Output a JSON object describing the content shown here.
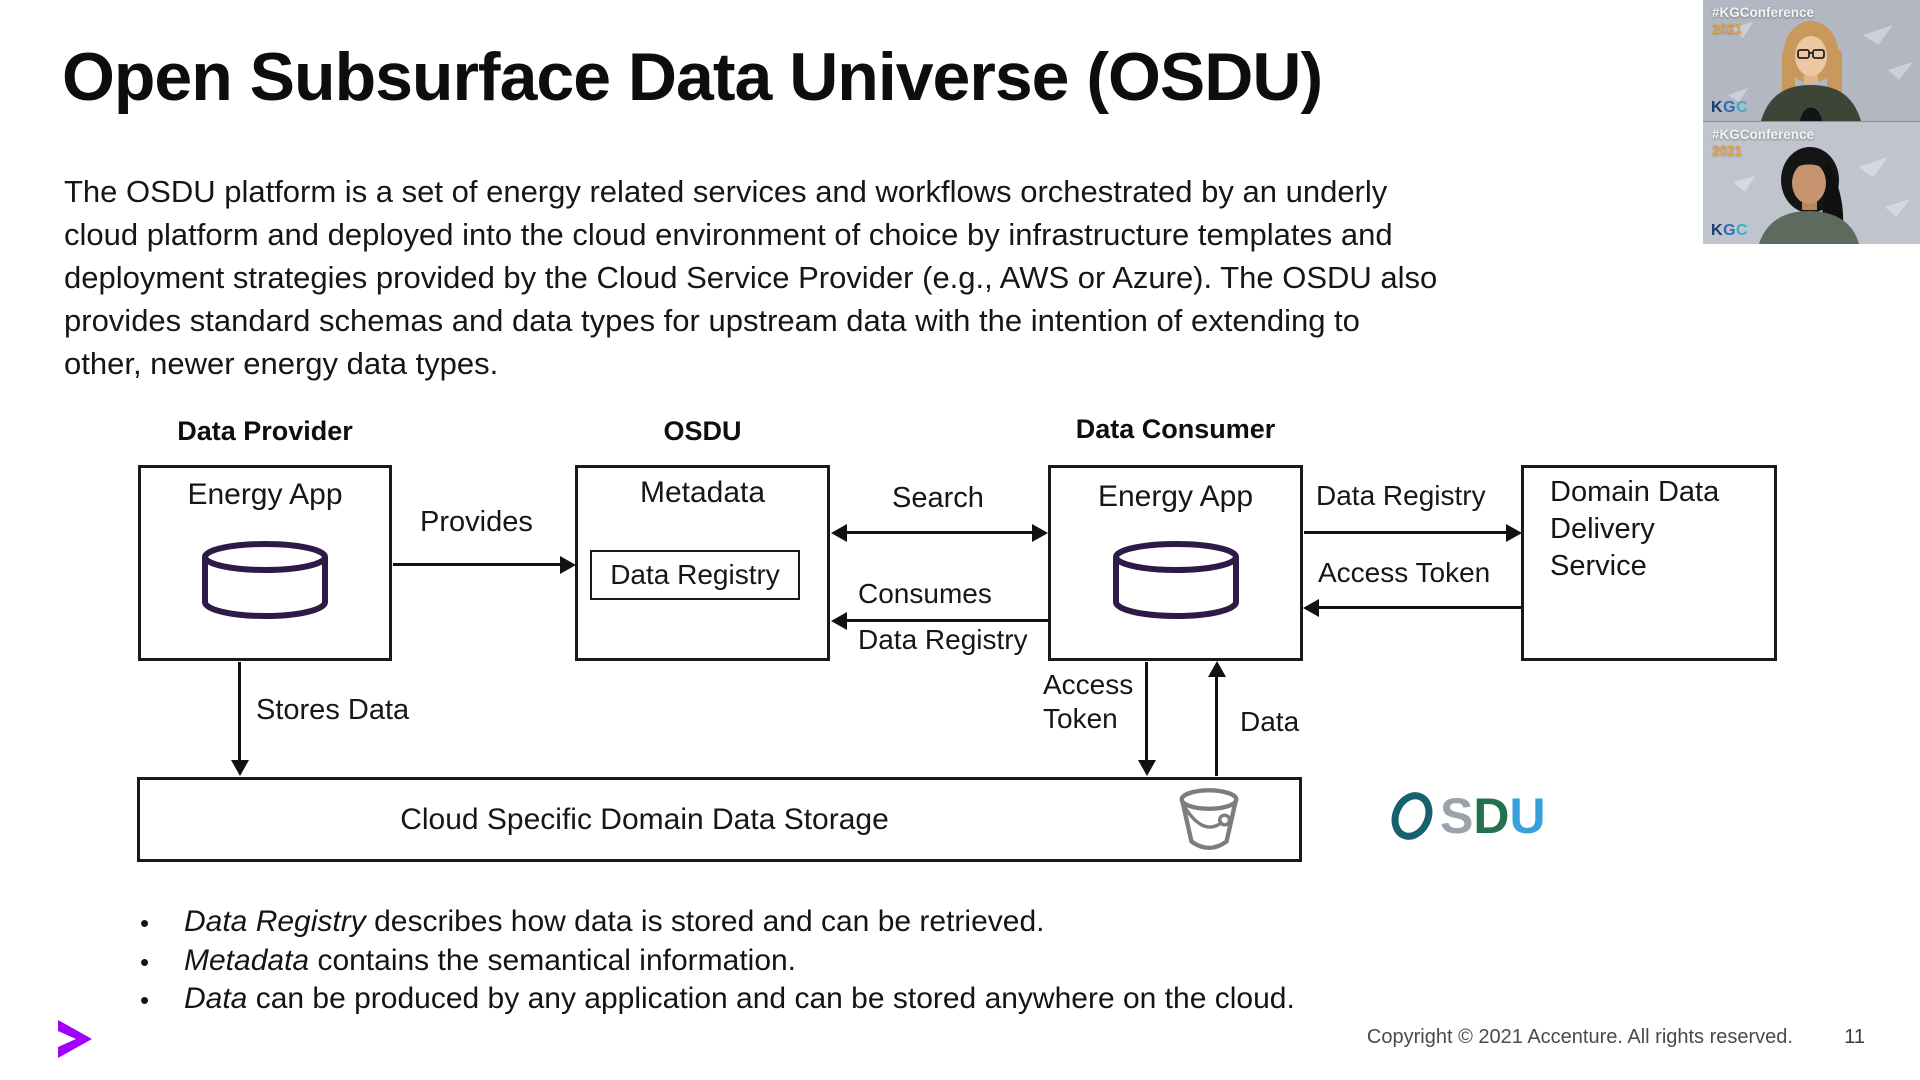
{
  "slide": {
    "title": "Open Subsurface Data Universe (OSDU)",
    "paragraph_lines": [
      "The OSDU platform is a set of energy related services and workflows orchestrated by an underly",
      "cloud platform and deployed into the cloud environment of choice by infrastructure templates and",
      "deployment strategies provided by the Cloud Service Provider (e.g., AWS or Azure). The OSDU also",
      "provides standard schemas and data types for upstream data with the intention of extending to",
      "other, newer energy data types."
    ],
    "bullet_glyph": "•",
    "bullets": [
      {
        "term": "Data Registry",
        "rest": "describes how data is stored and can be retrieved."
      },
      {
        "term": "Metadata",
        "rest": "contains the semantical information."
      },
      {
        "term": "Data",
        "rest": "can be produced by any application and can be stored anywhere on the cloud."
      }
    ],
    "footer": {
      "copyright": "Copyright © 2021 Accenture. All rights reserved.",
      "page_number": "11"
    },
    "accent_color": "#a100ff"
  },
  "diagram": {
    "group_labels": {
      "provider": "Data Provider",
      "osdu": "OSDU",
      "consumer": "Data Consumer"
    },
    "boxes": {
      "provider_app": "Energy App",
      "metadata": "Metadata",
      "data_registry_inner": "Data Registry",
      "consumer_app": "Energy App",
      "ddds_line1": "Domain Data",
      "ddds_line2": "Delivery",
      "ddds_line3": "Service",
      "storage": "Cloud Specific Domain Data Storage"
    },
    "arrow_labels": {
      "provides": "Provides",
      "search": "Search",
      "consumes_line1": "Consumes",
      "consumes_line2": "Data Registry",
      "data_registry_right": "Data Registry",
      "access_token_right": "Access Token",
      "stores_data": "Stores Data",
      "access_down_line1": "Access",
      "access_down_line2": "Token",
      "data_up": "Data"
    },
    "colors": {
      "cylinder_stroke": "#2e1a47",
      "bucket_gray": "#7d7d7d",
      "line_black": "#111111"
    }
  },
  "osdu_logo": {
    "letter_s": "S",
    "letter_d": "D",
    "letter_u": "U",
    "colors": {
      "o": "#15616d",
      "s": "#9aa3ab",
      "d": "#247150",
      "u": "#3aa0dc"
    }
  },
  "video_overlay": {
    "hashtag": "#KGConference",
    "year": "2021",
    "kgc_logo": {
      "k": "K",
      "g": "G",
      "c": "C"
    }
  }
}
